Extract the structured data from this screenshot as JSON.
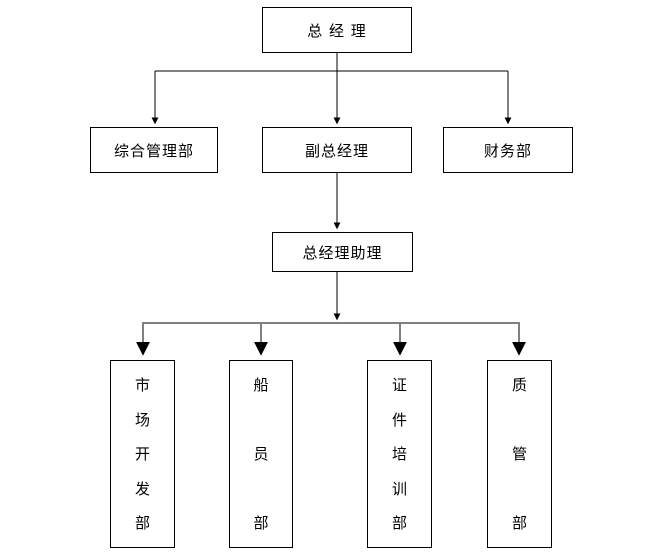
{
  "canvas": {
    "background": "#ffffff",
    "box_border_color": "#000000",
    "text_color": "#000000",
    "connector_color_primary": "#000000",
    "connector_color_secondary": "#808080"
  },
  "chart_data": {
    "type": "org-chart",
    "title": "",
    "nodes": {
      "gm": {
        "label": "总 经 理",
        "level": 1
      },
      "admin": {
        "label": "综合管理部",
        "level": 2
      },
      "deputy_gm": {
        "label": "副总经理",
        "level": 2
      },
      "finance": {
        "label": "财务部",
        "level": 2
      },
      "assistant": {
        "label": "总经理助理",
        "level": 3
      },
      "market_dev": {
        "label": "市场开发部",
        "level": 4,
        "orientation": "vertical"
      },
      "crew": {
        "label": "船员部",
        "level": 4,
        "orientation": "vertical"
      },
      "cert_training": {
        "label": "证件培训部",
        "level": 4,
        "orientation": "vertical"
      },
      "quality": {
        "label": "质管部",
        "level": 4,
        "orientation": "vertical"
      }
    },
    "edges": [
      {
        "from": "gm",
        "to": "admin"
      },
      {
        "from": "gm",
        "to": "deputy_gm"
      },
      {
        "from": "gm",
        "to": "finance"
      },
      {
        "from": "deputy_gm",
        "to": "assistant"
      },
      {
        "from": "assistant",
        "to": "market_dev"
      },
      {
        "from": "assistant",
        "to": "crew"
      },
      {
        "from": "assistant",
        "to": "cert_training"
      },
      {
        "from": "assistant",
        "to": "quality"
      }
    ]
  }
}
